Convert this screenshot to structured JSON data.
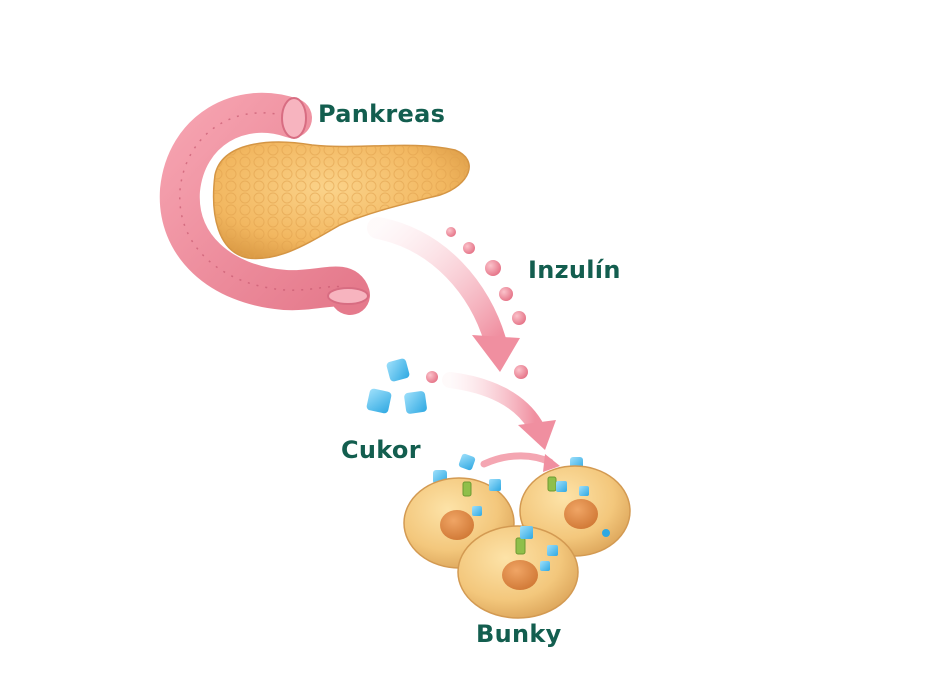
{
  "labels": {
    "pankreas": "Pankreas",
    "inzulin": "Inzulín",
    "cukor": "Cukor",
    "bunky": "Bunky"
  },
  "colors": {
    "label_text": "#135e4f",
    "pancreas_body": "#f2b760",
    "duodenum": "#ec8b9a",
    "insulin": "#ef8a99",
    "arrow": "#f4a6b2",
    "sugar": "#5cc3ee",
    "cell_body": "#f3c77c",
    "cell_nucleus": "#e08a4c",
    "receptor": "#8fbf4a"
  },
  "icons": [
    "pancreas-illustration",
    "insulin-particle",
    "sugar-cube",
    "cell-illustration",
    "receptor-icon",
    "arrow-icon"
  ]
}
